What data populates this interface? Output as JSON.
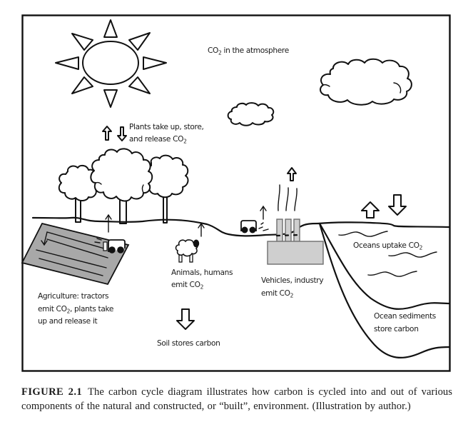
{
  "figure": {
    "type": "carbon-cycle-illustration",
    "colors": {
      "line": "#111111",
      "field_fill": "#a8a8a8",
      "factory_fill": "#cfcfcf",
      "background": "#ffffff"
    },
    "labels": {
      "atmosphere": {
        "main": "CO",
        "sub": "2",
        "rest": " in the atmosphere"
      },
      "plants": {
        "line1": "Plants take up, store,",
        "line2_main": "and release CO",
        "line2_sub": "2"
      },
      "agriculture": {
        "line1": "Agriculture: tractors",
        "line2_main": "emit CO",
        "line2_sub": "2",
        "line2_rest": ", plants take",
        "line3": "up and release it"
      },
      "animals": {
        "line1": "Animals, humans",
        "line2_main": "emit CO",
        "line2_sub": "2"
      },
      "vehicles": {
        "line1": "Vehicles, industry",
        "line2_main": "emit CO",
        "line2_sub": "2"
      },
      "oceans": {
        "main": "Oceans uptake CO",
        "sub": "2"
      },
      "sediments": {
        "line1": "Ocean sediments",
        "line2": "store carbon"
      },
      "soil": "Soil stores carbon"
    },
    "elements": [
      "sun-icon",
      "cloud-large-icon",
      "cloud-small-icon",
      "tree-icons",
      "farm-field-icon",
      "tractor-icon",
      "sheep-icon",
      "car-icon",
      "factory-icon",
      "smoke-icon",
      "ocean-waves-icon",
      "arrow-up-icon",
      "arrow-down-icon"
    ]
  },
  "caption": {
    "label": "FIGURE 2.1",
    "text": "The carbon cycle diagram illustrates how carbon is cycled into and out of various components of the natural and constructed, or “built”, environment. (Illustration by author.)"
  }
}
